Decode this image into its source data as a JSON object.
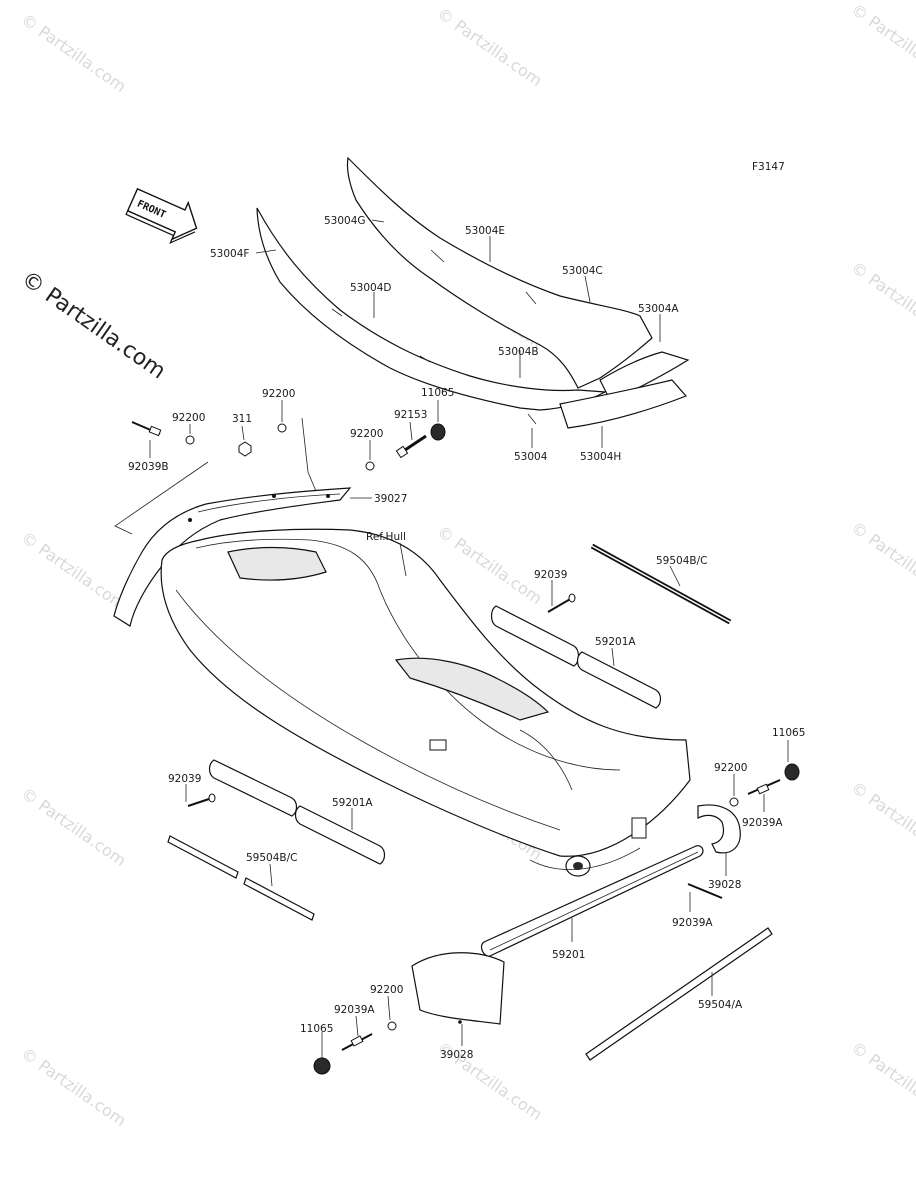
{
  "diagram_code": "F3147",
  "front_arrow_label": "FRONT",
  "watermark": {
    "small": "© Partzilla.com",
    "large": "© Partzilla.com"
  },
  "ref_label": "Ref.Hull",
  "parts": {
    "p53004G": "53004G",
    "p53004E": "53004E",
    "p53004F": "53004F",
    "p53004C": "53004C",
    "p53004D": "53004D",
    "p53004A": "53004A",
    "p53004B": "53004B",
    "p53004": "53004",
    "p53004H": "53004H",
    "p11065_top": "11065",
    "p92200_top": "92200",
    "p92153": "92153",
    "p311": "311",
    "p92200_left": "92200",
    "p92200_mid": "92200",
    "p92039B": "92039B",
    "p39027": "39027",
    "p59504BC_right": "59504B/C",
    "p92039_right": "92039",
    "p59201A_right": "59201A",
    "p11065_right": "11065",
    "p92200_right": "92200",
    "p92039A_right": "92039A",
    "p39028_right": "39028",
    "p92039A_right2": "92039A",
    "p59201": "59201",
    "p59504A": "59504/A",
    "p92039_left": "92039",
    "p59201A_left": "59201A",
    "p59504BC_left": "59504B/C",
    "p92200_bottom": "92200",
    "p92039A_bottom": "92039A",
    "p11065_bottom": "11065",
    "p39028_bottom": "39028"
  }
}
